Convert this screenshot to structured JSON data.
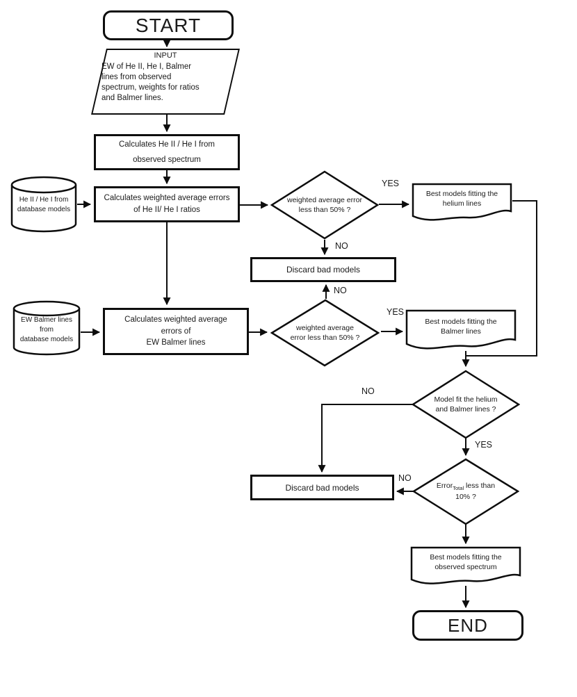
{
  "labels": {
    "yes": "YES",
    "no": "NO"
  },
  "nodes": {
    "start": "START",
    "end": "END",
    "input": {
      "title": "INPUT",
      "lines": [
        "EW of He II, He I,  Balmer",
        "lines  from observed",
        "spectrum, weights for ratios",
        "and Balmer lines."
      ]
    },
    "calc_ratio": {
      "lines": [
        "Calculates   He II / He I  from",
        "observed spectrum"
      ]
    },
    "db_helium": {
      "lines": [
        "He II / He I  from",
        "database models"
      ]
    },
    "calc_err_helium": {
      "lines": [
        "Calculates weighted average errors",
        "of He II/ He I ratios"
      ]
    },
    "decision_helium": {
      "lines": [
        "weighted average error",
        "less  than 50% ?"
      ]
    },
    "best_helium": {
      "lines": [
        "Best models fitting the",
        "helium lines"
      ]
    },
    "discard_1": "Discard bad models",
    "db_balmer": {
      "lines": [
        "EW Balmer lines",
        "from",
        "database models"
      ]
    },
    "calc_err_balmer": {
      "lines": [
        "Calculates  weighted average",
        "errors of",
        "EW Balmer lines"
      ]
    },
    "decision_balmer": {
      "lines": [
        "weighted average",
        "error  less than 50% ?"
      ]
    },
    "best_balmer": {
      "lines": [
        "Best  models fitting the",
        "Balmer lines"
      ]
    },
    "decision_fit": {
      "lines": [
        "Model fit the helium",
        "and Balmer  lines  ?"
      ]
    },
    "discard_2": "Discard bad models",
    "decision_error": {
      "pre": "Error",
      "sub": "Total",
      "post": " less than",
      "line2": "10% ?"
    },
    "best_spectrum": {
      "lines": [
        "Best models fitting the",
        "observed spectrum"
      ]
    }
  }
}
